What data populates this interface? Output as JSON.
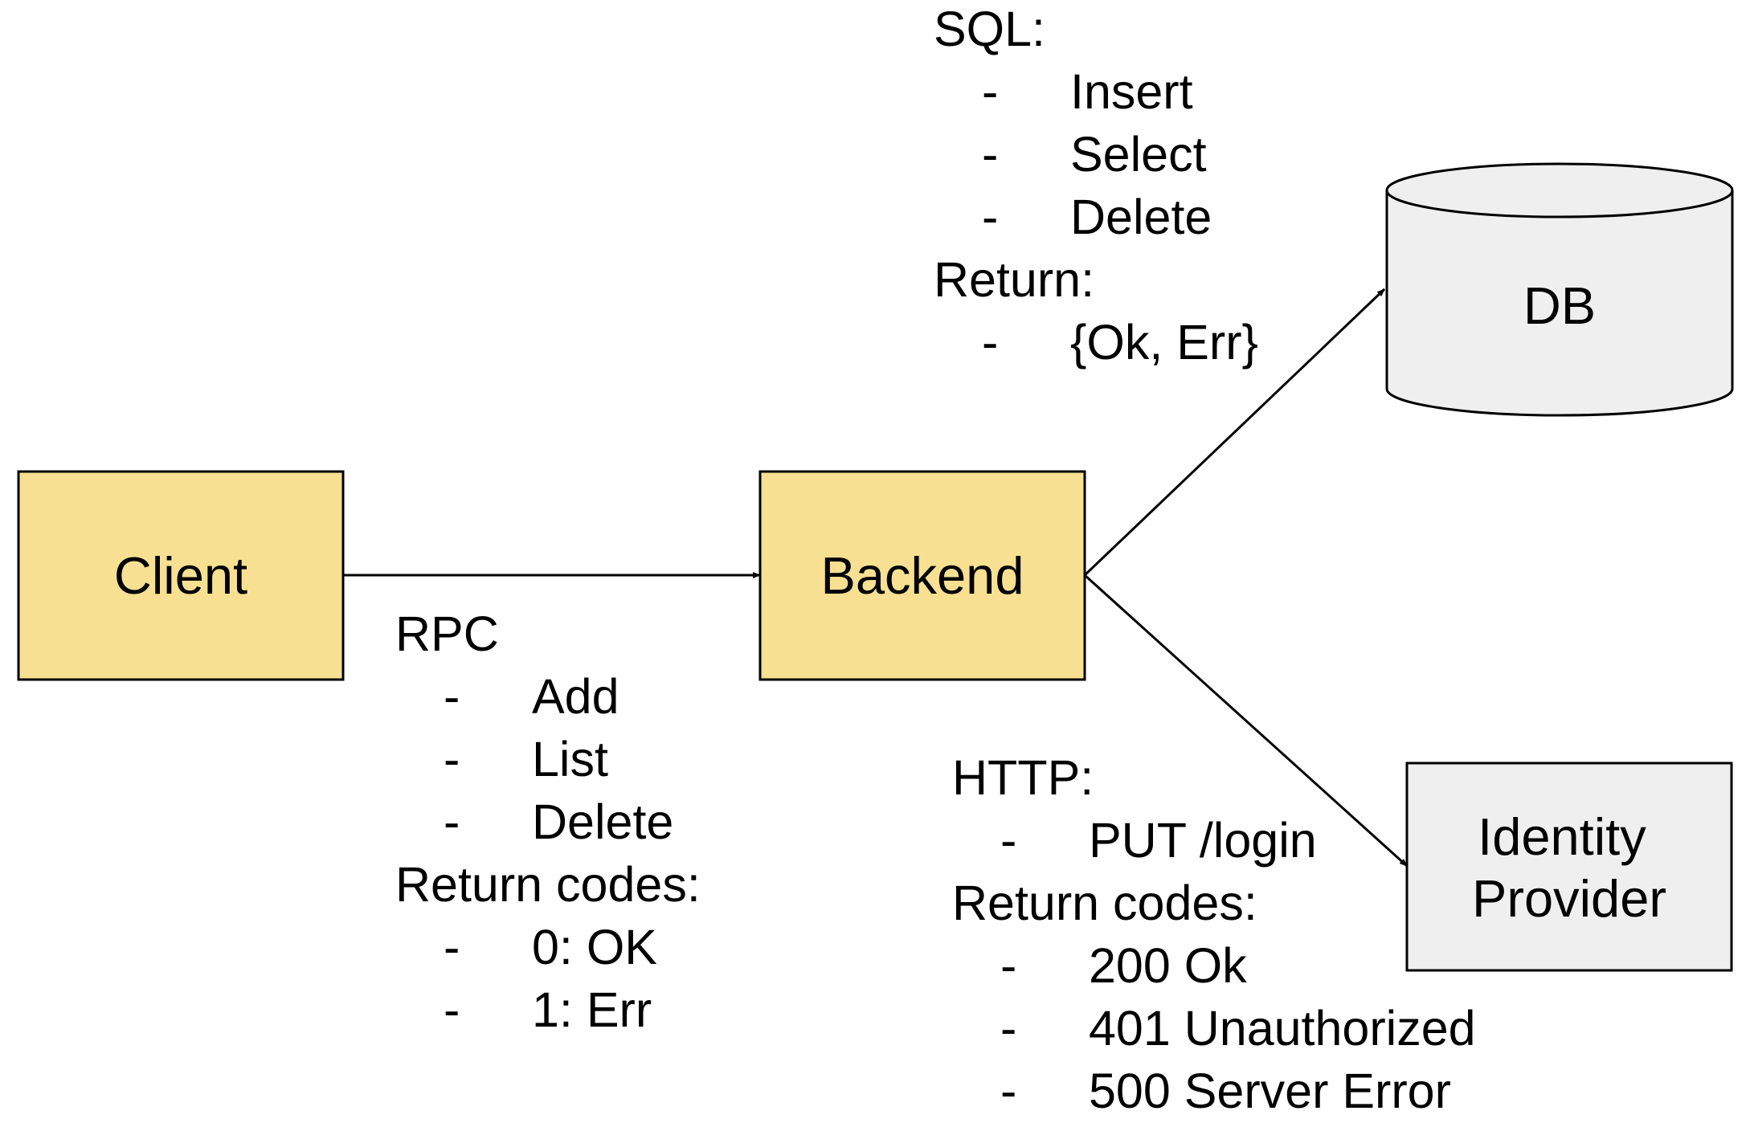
{
  "nodes": {
    "client": "Client",
    "backend": "Backend",
    "db": "DB",
    "identity_provider": [
      "Identity",
      "Provider"
    ]
  },
  "notes": {
    "rpc": {
      "title": "RPC",
      "items": [
        "Add",
        "List",
        "Delete"
      ],
      "return_title": "Return codes:",
      "return_items": [
        "0: OK",
        "1: Err"
      ]
    },
    "sql": {
      "title": "SQL:",
      "items": [
        "Insert",
        "Select",
        "Delete"
      ],
      "return_title": "Return:",
      "return_items": [
        "{Ok, Err}"
      ]
    },
    "http": {
      "title": "HTTP:",
      "items": [
        "PUT /login"
      ],
      "return_title": "Return codes:",
      "return_items": [
        "200 Ok",
        "401 Unauthorized",
        "500 Server Error"
      ]
    }
  },
  "bullet": "-",
  "colors": {
    "service_fill": "#f7e092",
    "external_fill": "#efefef",
    "stroke": "#000000"
  }
}
